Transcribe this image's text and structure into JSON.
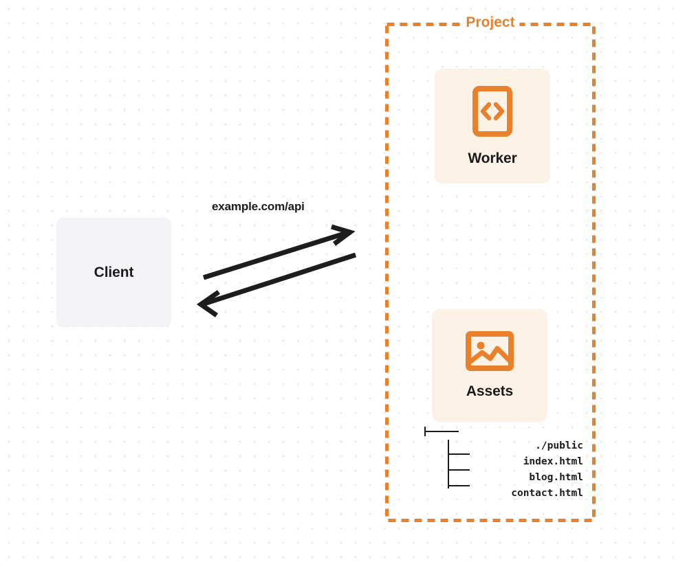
{
  "diagram": {
    "title": "Project architecture diagram",
    "background": {
      "style": "dotted-grid",
      "dot_color": "#ececee",
      "page_color": "#ffffff"
    },
    "colors": {
      "accent_orange": "#e9812c",
      "card_background": "#fdf2e6",
      "client_background": "#f4f4f6",
      "text_dark": "#1b1b1b",
      "arrow": "#1d1d1f"
    }
  },
  "client": {
    "label": "Client",
    "icon": "client-box"
  },
  "connection": {
    "label": "example.com/api",
    "request_arrow": "arrow-right",
    "response_arrow": "arrow-left"
  },
  "project": {
    "title": "Project",
    "border_style": "dashed",
    "cards": [
      {
        "label": "Worker",
        "icon": "code-brackets-icon"
      },
      {
        "label": "Assets",
        "icon": "image-picture-icon"
      }
    ]
  },
  "file_tree": {
    "rows": [
      {
        "name": "./public",
        "depth": 0
      },
      {
        "name": "index.html",
        "depth": 1
      },
      {
        "name": "blog.html",
        "depth": 1
      },
      {
        "name": "contact.html",
        "depth": 1
      }
    ]
  }
}
